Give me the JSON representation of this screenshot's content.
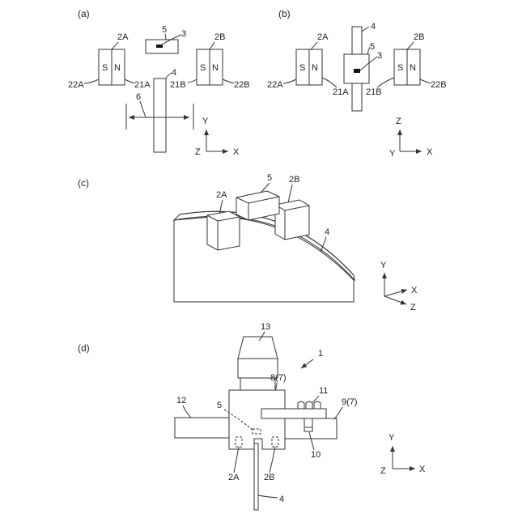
{
  "panels": {
    "a": {
      "tag": "(a)",
      "labels": {
        "mag_a": "2A",
        "mag_b": "2B",
        "sensor": "5",
        "element": "3",
        "rail": "4",
        "stroke": "6",
        "pole_a_s": "S",
        "pole_a_n": "N",
        "pole_b_s": "S",
        "pole_b_n": "N",
        "face_22a": "22A",
        "face_21a": "21A",
        "face_21b": "21B",
        "face_22b": "22B"
      },
      "axes": {
        "up": "Y",
        "right": "X",
        "out": "Z"
      }
    },
    "b": {
      "tag": "(b)",
      "labels": {
        "mag_a": "2A",
        "mag_b": "2B",
        "sensor": "5",
        "element": "3",
        "rail": "4",
        "pole_a_s": "S",
        "pole_a_n": "N",
        "pole_b_s": "S",
        "pole_b_n": "N",
        "face_22a": "22A",
        "face_21a": "21A",
        "face_21b": "21B",
        "face_22b": "22B"
      },
      "axes": {
        "up": "Z",
        "right": "X",
        "out": "Y"
      }
    },
    "c": {
      "tag": "(c)",
      "labels": {
        "mag_a": "2A",
        "mag_b": "2B",
        "sensor": "5",
        "rail": "4"
      },
      "axes": {
        "up": "Y",
        "right": "X",
        "out": "Z"
      }
    },
    "d": {
      "tag": "(d)",
      "labels": {
        "top_part": "13",
        "device": "1",
        "housing": "8(7)",
        "bolts": "11",
        "plate": "9(7)",
        "arm": "12",
        "sensor": "5",
        "pin": "10",
        "mag_a": "2A",
        "mag_b": "2B",
        "rail": "4"
      },
      "axes": {
        "up": "Y",
        "right": "X",
        "out": "Z"
      }
    }
  }
}
